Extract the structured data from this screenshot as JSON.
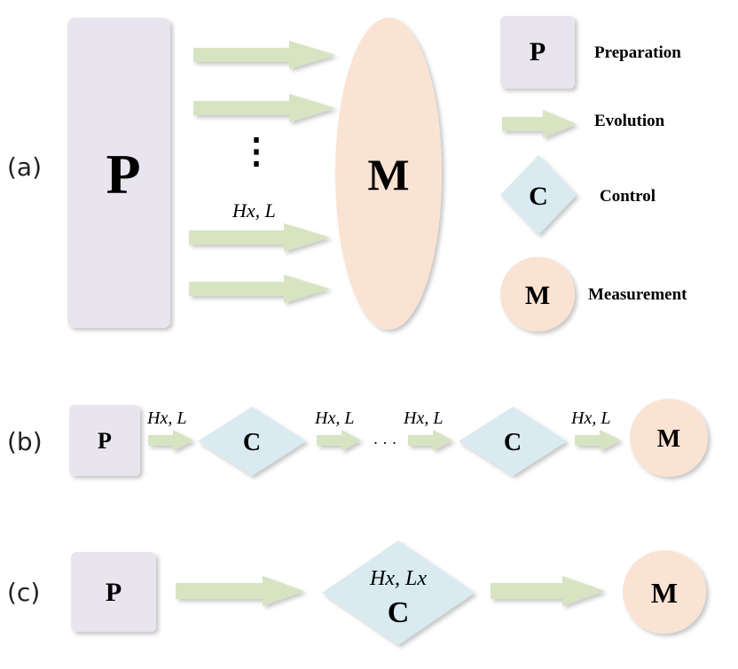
{
  "panels": {
    "a": {
      "label": "(a)",
      "prep": "P",
      "measure": "M",
      "ellipsis": "⋮",
      "evolution_label_h": "Hx",
      "evolution_label_l": ", L"
    },
    "b": {
      "label": "(b)",
      "prep": "P",
      "control": "C",
      "measure": "M",
      "ellipsis": "· · ·",
      "evolution_label_h": "Hx",
      "evolution_label_l": ", L"
    },
    "c": {
      "label": "(c)",
      "prep": "P",
      "control": "C",
      "measure": "M",
      "control_label_h": "Hx",
      "control_label_l": ", Lx"
    }
  },
  "legend": {
    "prep_symbol": "P",
    "prep_text": "Preparation",
    "evolution_text": "Evolution",
    "control_symbol": "C",
    "control_text": "Control",
    "measure_symbol": "M",
    "measure_text": "Measurement"
  },
  "colors": {
    "prep_fill": "#e8e5ee",
    "measure_fill": "#fbe3d3",
    "control_fill": "#d9eaf0",
    "arrow_fill": "#d6e4c2"
  }
}
